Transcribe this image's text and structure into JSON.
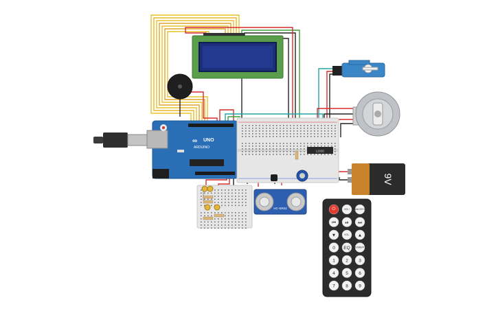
{
  "circuit": {
    "arduino": {
      "logo": "UNO",
      "brand": "ARDUINO"
    },
    "battery": {
      "label": "9V"
    },
    "driver_ic": {
      "label": "L293D"
    },
    "ultrasonic": {
      "label": "HC-SR04"
    },
    "remote": {
      "buttons": [
        [
          "POWER",
          "VOL+",
          "FUNC/STOP"
        ],
        [
          "⏮",
          "⏯",
          "⏭"
        ],
        [
          "▼",
          "VOL-",
          "▲"
        ],
        [
          "0",
          "EQ",
          "ST/REPT"
        ],
        [
          "1",
          "2",
          "3"
        ],
        [
          "4",
          "5",
          "6"
        ],
        [
          "7",
          "8",
          "9"
        ]
      ]
    }
  },
  "colors": {
    "arduino": "#2a6fb5",
    "lcd_board": "#5a9e4c",
    "lcd_screen": "#1d2f7a",
    "breadboard": "#e6e6e6",
    "battery_body": "#2b2b2b",
    "battery_cap": "#c8822a",
    "servo": "#3b86c6",
    "remote": "#2c2c2c",
    "remote_power": "#e03b2e",
    "sensor": "#2d5fb0",
    "wire_red": "#d62c2c",
    "wire_yellow": "#e8c22a",
    "wire_black": "#222222",
    "wire_green": "#3aa13a",
    "wire_teal": "#22a5a5"
  }
}
